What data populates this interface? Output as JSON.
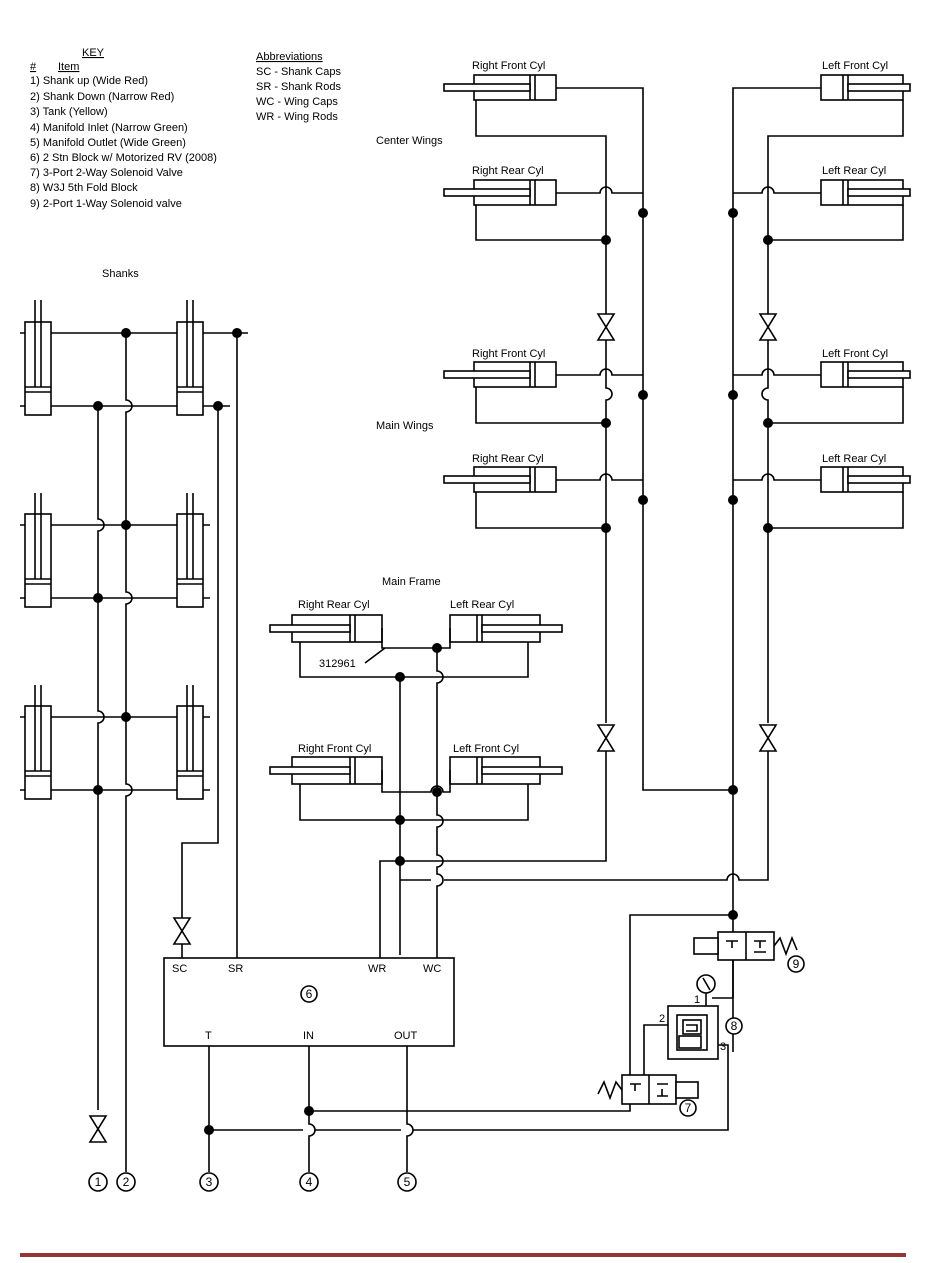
{
  "key": {
    "title": "KEY",
    "col_num": "#",
    "col_item": "Item",
    "items": [
      "1) Shank up (Wide Red)",
      "2) Shank Down (Narrow Red)",
      "3) Tank (Yellow)",
      "4) Manifold Inlet (Narrow Green)",
      "5) Manifold Outlet (Wide Green)",
      "6) 2 Stn Block w/ Motorized RV (2008)",
      "7) 3-Port 2-Way Solenoid Valve",
      "8) W3J 5th Fold Block",
      "9) 2-Port 1-Way Solenoid valve"
    ]
  },
  "abbreviations": {
    "title": "Abbreviations",
    "items": [
      "SC - Shank Caps",
      "SR - Shank Rods",
      "WC - Wing Caps",
      "WR - Wing Rods"
    ]
  },
  "sections": {
    "shanks": "Shanks",
    "center_wings": "Center Wings",
    "main_wings": "Main Wings",
    "main_frame": "Main Frame"
  },
  "cylinders": {
    "right_front": "Right Front Cyl",
    "left_front": "Left Front Cyl",
    "right_rear": "Right Rear Cyl",
    "left_rear": "Left Rear Cyl"
  },
  "part_number": "312961",
  "manifold": {
    "id": "6",
    "ports_top": [
      "SC",
      "SR",
      "WR",
      "WC"
    ],
    "ports_bottom": [
      "T",
      "IN",
      "OUT"
    ]
  },
  "components": {
    "solenoid_3port": "7",
    "fold_block": "8",
    "solenoid_2port": "9",
    "fold_port_1": "1",
    "fold_port_2": "2",
    "fold_port_3": "3"
  },
  "terminals": [
    "1",
    "2",
    "3",
    "4",
    "5"
  ],
  "colors": {
    "footer_rule": "#943634"
  }
}
